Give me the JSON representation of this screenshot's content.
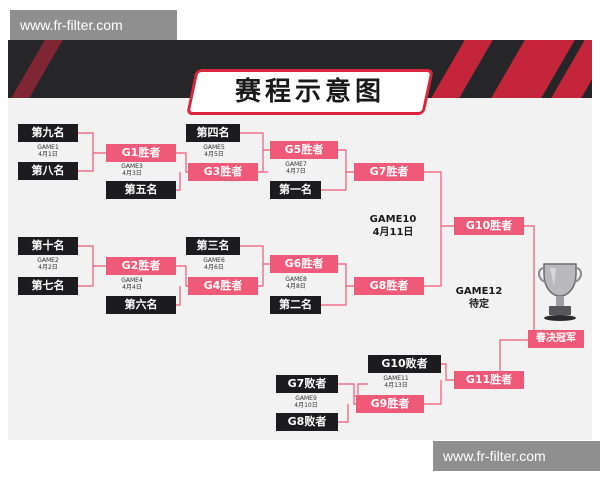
{
  "watermark": {
    "top": "www.fr-filter.com",
    "bottom": "www.fr-filter.com"
  },
  "title": "赛程示意图",
  "colors": {
    "accent": "#ef5a78",
    "dark": "#1c1c1e",
    "red": "#d7263d"
  },
  "seeds": {
    "s9": "第九名",
    "s8": "第八名",
    "s5": "第五名",
    "s4": "第四名",
    "s1": "第一名",
    "s10": "第十名",
    "s7": "第七名",
    "s6": "第六名",
    "s3": "第三名",
    "s2": "第二名"
  },
  "winners": {
    "g1": "G1胜者",
    "g3": "G3胜者",
    "g5": "G5胜者",
    "g7": "G7胜者",
    "g2": "G2胜者",
    "g4": "G4胜者",
    "g6": "G6胜者",
    "g8": "G8胜者",
    "g10": "G10胜者",
    "g11": "G11胜者",
    "g9": "G9胜者"
  },
  "losers": {
    "g10": "G10败者",
    "g7": "G7败者",
    "g8": "G8败者"
  },
  "games": {
    "g1": {
      "name": "GAME1",
      "date": "4月1日"
    },
    "g3": {
      "name": "GAME3",
      "date": "4月3日"
    },
    "g5": {
      "name": "GAME5",
      "date": "4月5日"
    },
    "g7": {
      "name": "GAME7",
      "date": "4月7日"
    },
    "g2": {
      "name": "GAME2",
      "date": "4月2日"
    },
    "g4": {
      "name": "GAME4",
      "date": "4月4日"
    },
    "g6": {
      "name": "GAME6",
      "date": "4月6日"
    },
    "g8": {
      "name": "GAME8",
      "date": "4月8日"
    },
    "g11": {
      "name": "GAME11",
      "date": "4月13日"
    },
    "g9": {
      "name": "GAME9",
      "date": "4月10日"
    },
    "g10": {
      "name": "GAME10",
      "date": "4月11日"
    },
    "g12": {
      "name": "GAME12",
      "date": "待定"
    }
  },
  "champion": "春决冠军",
  "icons": {
    "trophy": "trophy-icon"
  }
}
